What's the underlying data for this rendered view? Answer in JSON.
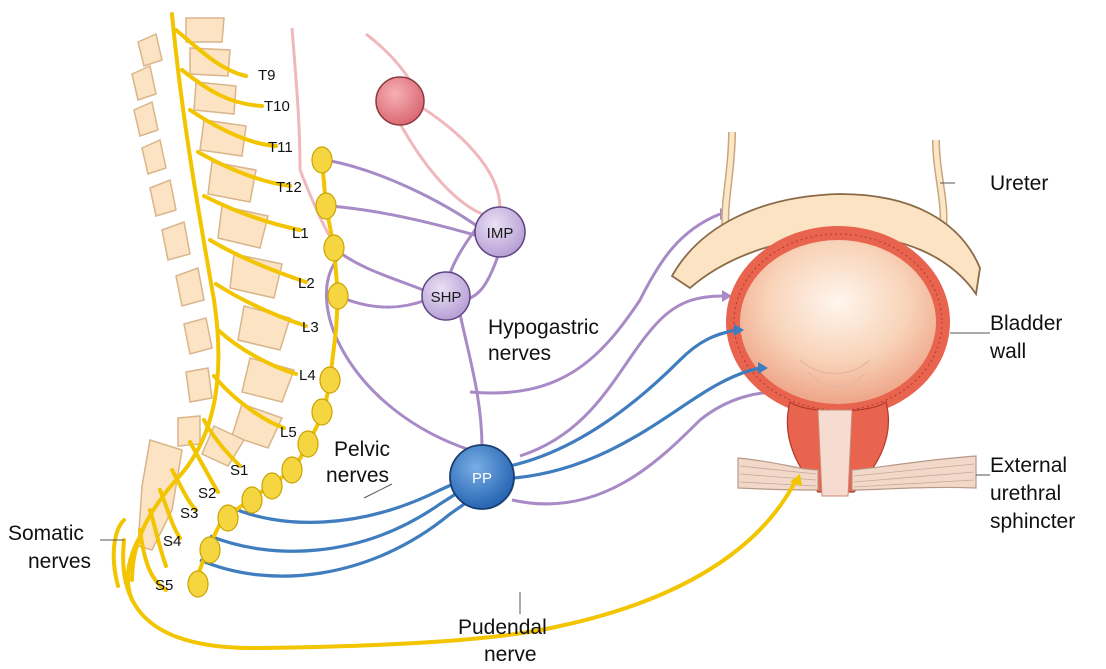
{
  "segments": {
    "t9": "T9",
    "t10": "T10",
    "t11": "T11",
    "t12": "T12",
    "l1": "L1",
    "l2": "L2",
    "l3": "L3",
    "l4": "L4",
    "l5": "L5",
    "s1": "S1",
    "s2": "S2",
    "s3": "S3",
    "s4": "S4",
    "s5": "S5"
  },
  "ganglia": {
    "imp": "IMP",
    "shp": "SHP",
    "pp": "PP"
  },
  "labels": {
    "hypogastric_1": "Hypogastric",
    "hypogastric_2": "nerves",
    "pelvic_1": "Pelvic",
    "pelvic_2": "nerves",
    "somatic_1": "Somatic",
    "somatic_2": "nerves",
    "pudendal_1": "Pudendal",
    "pudendal_2": "nerve",
    "ureter": "Ureter",
    "bladder_1": "Bladder",
    "bladder_2": "wall",
    "sphincter_1": "External",
    "sphincter_2": "urethral",
    "sphincter_3": "sphincter"
  },
  "colors": {
    "somatic_yellow": "#f2c500",
    "sympathetic_purple": "#a78ac6",
    "parasympathetic_blue": "#3f7dbf",
    "sensory_pink": "#f0b8bc",
    "vertebra": "#fbe3c4",
    "bladder_wall": "#e8644e",
    "pp_ganglion": "#2f74c0",
    "prevertebral_ganglion": "#c8b6e0",
    "spinal_ganglion_red": "#e08088"
  }
}
